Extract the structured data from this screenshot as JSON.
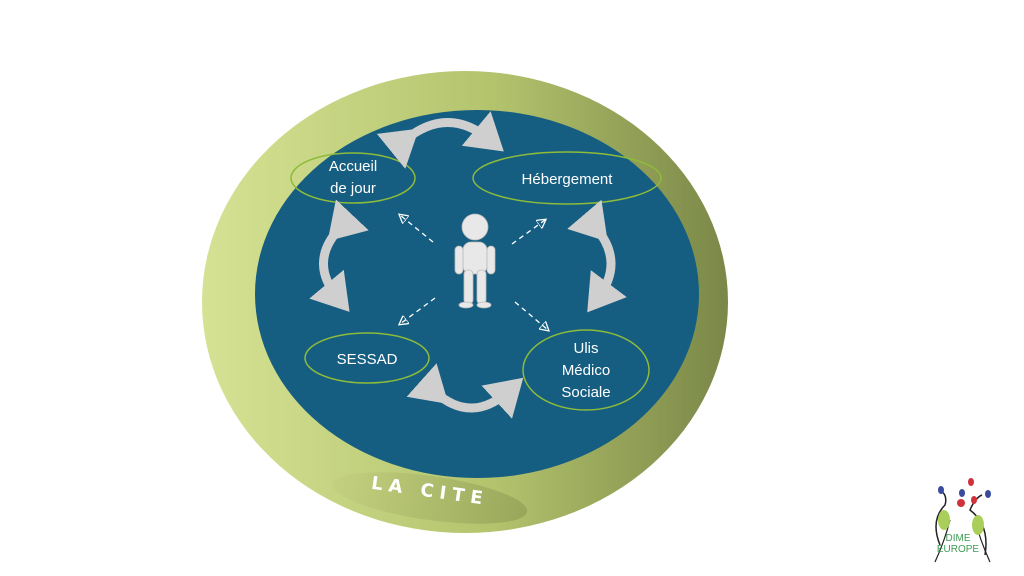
{
  "diagram": {
    "center_label": "LA CITE",
    "nodes": [
      {
        "id": "accueil",
        "lines": [
          "Accueil",
          "de jour"
        ]
      },
      {
        "id": "hebergement",
        "lines": [
          "Hébergement"
        ]
      },
      {
        "id": "sessad",
        "lines": [
          "SESSAD"
        ]
      },
      {
        "id": "ulis",
        "lines": [
          "Ulis",
          "Médico",
          "Sociale"
        ]
      }
    ]
  },
  "logo": {
    "lines": [
      "DIME",
      "EUROPE"
    ]
  },
  "colors": {
    "ring_light": "#d3df8f",
    "ring_dark": "#7e8b4a",
    "inner": "#155e82",
    "node_border": "#8dbb3a"
  }
}
